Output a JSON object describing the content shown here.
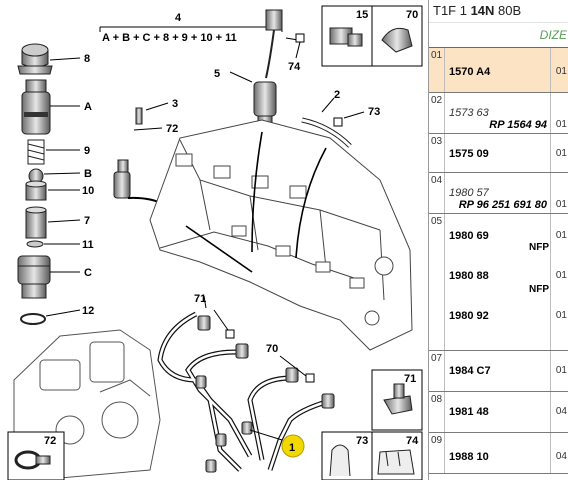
{
  "diagram": {
    "callouts": {
      "c4": "4",
      "formula": "A + B + C + 8 + 9 + 10 + 11",
      "c8": "8",
      "cA": "A",
      "c9": "9",
      "cB": "B",
      "c10": "10",
      "c7": "7",
      "c11": "11",
      "cC": "C",
      "c12": "12",
      "c3": "3",
      "c72": "72",
      "c5": "5",
      "c74": "74",
      "c2": "2",
      "c73": "73",
      "c71": "71",
      "c70": "70",
      "c1": "1"
    },
    "inset_boxes": {
      "b15": "15",
      "b70": "70",
      "b71": "71",
      "b72": "72",
      "b73": "73",
      "b74": "74"
    }
  },
  "panel": {
    "header": {
      "prefix": "T1F 1 ",
      "code": "14N",
      "suffix": " 80B"
    },
    "subheader": "DIZE",
    "rows": [
      {
        "idx": "01",
        "lines": [
          {
            "ref": "1570 A4",
            "style": "bold",
            "qty": "01"
          }
        ]
      },
      {
        "idx": "02",
        "lines": [
          {
            "ref": "1573 63",
            "style": "it"
          },
          {
            "ref2": "RP 1564 94",
            "qty": "01"
          }
        ]
      },
      {
        "idx": "03",
        "lines": [
          {
            "ref": "1575 09",
            "style": "bold",
            "qty": "01"
          }
        ]
      },
      {
        "idx": "04",
        "lines": [
          {
            "ref": "1980 57",
            "style": "it"
          },
          {
            "ref2": "RP 96 251 691 80",
            "qty": "01"
          }
        ]
      },
      {
        "idx": "05",
        "lines": [
          {
            "ref": "1980 69",
            "style": "bold",
            "nfp": "NFP",
            "qty": "01"
          },
          {
            "ref": "1980 88",
            "style": "bold",
            "nfp": "NFP",
            "qty": "01"
          },
          {
            "ref": "1980 92",
            "style": "bold",
            "qty": "01"
          }
        ]
      },
      {
        "idx": "07",
        "lines": [
          {
            "ref": "1984 C7",
            "style": "bold",
            "qty": "01"
          }
        ]
      },
      {
        "idx": "08",
        "lines": [
          {
            "ref": "1981 48",
            "style": "bold",
            "qty": "04"
          }
        ]
      },
      {
        "idx": "09",
        "lines": [
          {
            "ref": "1988 10",
            "style": "bold",
            "qty": "04"
          }
        ]
      }
    ]
  }
}
